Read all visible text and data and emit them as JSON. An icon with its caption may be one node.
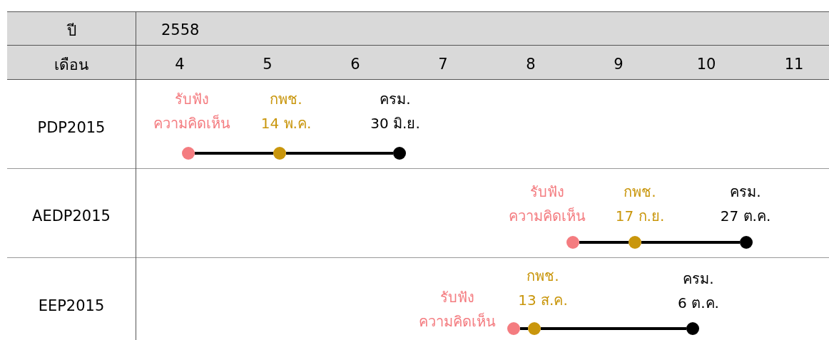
{
  "diagram": {
    "nodes": [
      {
        "text": [
          "รับฟัง ความคิดเห็น"
        ]
      },
      {
        "text": [
          "กพช.",
          "14 พ.ค."
        ]
      },
      {
        "text": [
          "ครม.",
          "30 มิ.ย."
        ]
      },
      {
        "text": [
          "รับฟัง ความคิดเห็น"
        ]
      },
      {
        "text": [
          "กพช.",
          "17 ก.ย."
        ]
      },
      {
        "text": [
          "ครม.",
          "27 ต.ค."
        ]
      },
      {
        "text": [
          "รับฟัง ความคิดเห็น"
        ]
      },
      {
        "text": [
          "กพช.",
          "13 ส.ค."
        ]
      },
      {
        "text": [
          "ครม.",
          "6 ต.ค."
        ]
      }
    ],
    "edges": [
      {
        "from": 0,
        "to": 1,
        "arrow": "none"
      },
      {
        "from": 1,
        "to": 2,
        "arrow": "none"
      },
      {
        "from": 3,
        "to": 4,
        "arrow": "none"
      },
      {
        "from": 4,
        "to": 5,
        "arrow": "none"
      },
      {
        "from": 6,
        "to": 7,
        "arrow": "none"
      },
      {
        "from": 7,
        "to": 8,
        "arrow": "none"
      }
    ],
    "labels": [
      "ปี",
      "2558",
      "เดือน",
      "4",
      "5",
      "6",
      "7",
      "8",
      "9",
      "10",
      "11",
      "PDP2015",
      "AEDP2015",
      "EEP2015"
    ]
  }
}
